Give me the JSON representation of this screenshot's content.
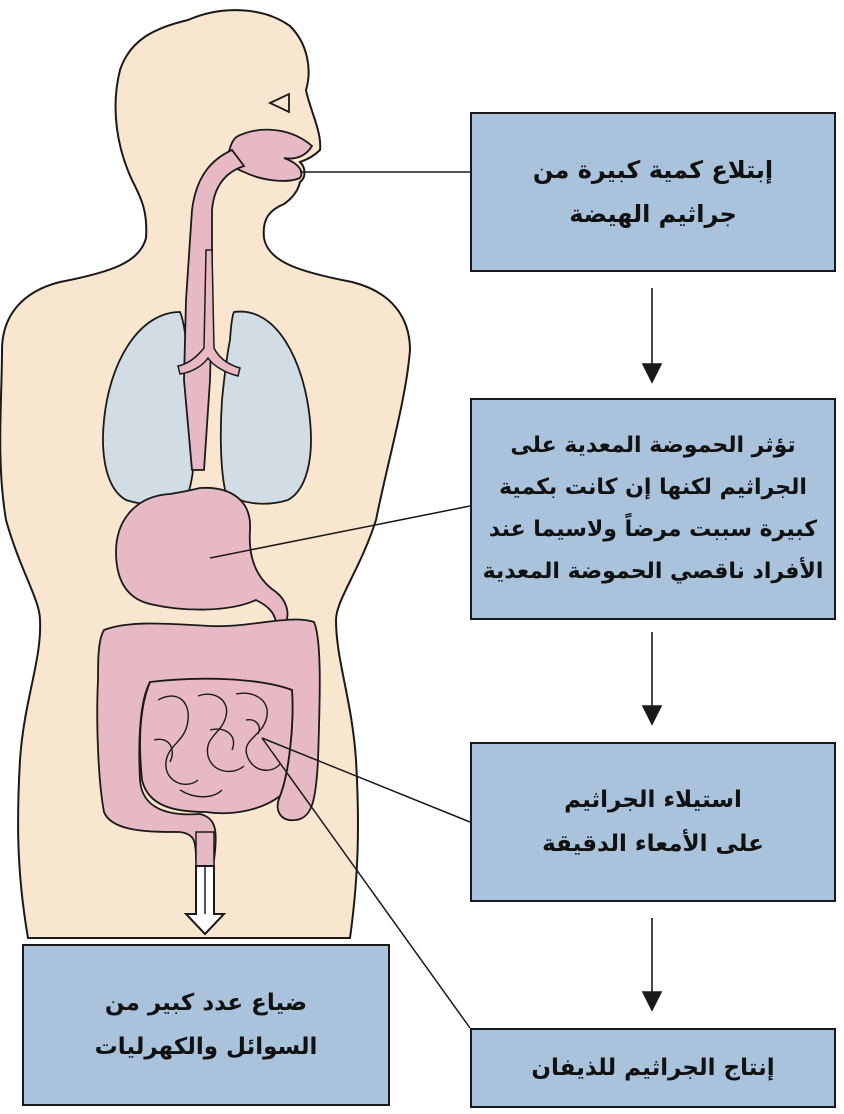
{
  "boxes": {
    "ingestion": "إبتلاع كمية كبيرة من\nجراثيم الهيضة",
    "stomach_acid": "تؤثر الحموضة المعدية على\nالجراثيم لكنها إن كانت بكمية\nكبيرة سببت مرضاً ولاسيما عند\nالأفراد ناقصي الحموضة المعدية",
    "colonization": "استيلاء الجراثيم\nعلى الأمعاء الدقيقة",
    "toxin": "إنتاج الجراثيم للذيفان",
    "fluid_loss": "ضياع عدد كبير من\nالسوائل والكهرليات"
  },
  "colors": {
    "box_fill": "#a9c3dc",
    "skin": "#f9e6cf",
    "organ": "#e7b9c4",
    "lung": "#d2dce4",
    "outline": "#1a1a1a"
  }
}
